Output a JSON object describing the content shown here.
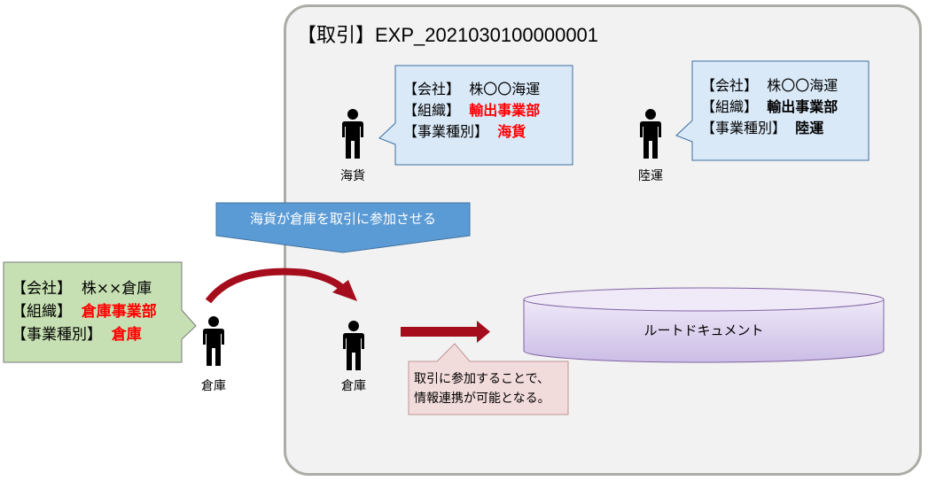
{
  "transaction": {
    "title": "【取引】EXP_2021030100000001"
  },
  "actors": [
    {
      "id": "kaika",
      "label": "海貨",
      "info": {
        "company_key": "【会社】",
        "company_value": "株〇〇海運",
        "org_key": "【組織】",
        "org_value": "輸出事業部",
        "type_key": "【事業種別】",
        "type_value": "海貨"
      },
      "highlight_color": "#ff0000"
    },
    {
      "id": "rikuun",
      "label": "陸運",
      "info": {
        "company_key": "【会社】",
        "company_value": "株〇〇海運",
        "org_key": "【組織】",
        "org_value": "輸出事業部",
        "type_key": "【事業種別】",
        "type_value": "陸運"
      },
      "highlight_color": "#000000"
    },
    {
      "id": "souko_outside",
      "label": "倉庫",
      "info": {
        "company_key": "【会社】",
        "company_value": "株××倉庫",
        "org_key": "【組織】",
        "org_value": "倉庫事業部",
        "type_key": "【事業種別】",
        "type_value": "倉庫"
      },
      "highlight_color": "#ff0000"
    },
    {
      "id": "souko_inside",
      "label": "倉庫"
    }
  ],
  "banner": {
    "text": "海貨が倉庫を取引に参加させる",
    "color": "#5b9bd5"
  },
  "database": {
    "label": "ルートドキュメント"
  },
  "note": {
    "line1": "取引に参加することで、",
    "line2": "情報連携が可能となる。"
  },
  "colors": {
    "arrow": "#a50d1d",
    "container_bg": "#f2f2f2",
    "container_border": "#acaca6"
  }
}
